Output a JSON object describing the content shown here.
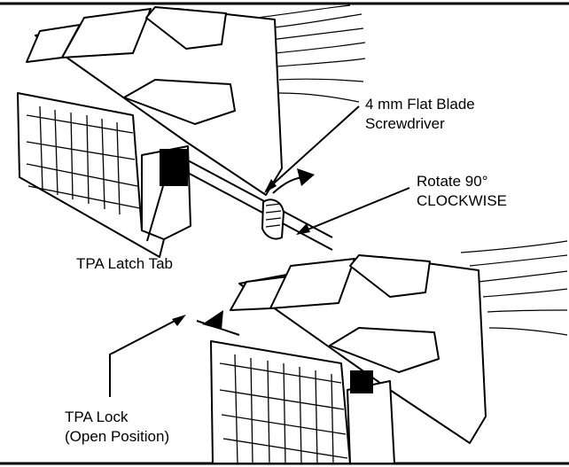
{
  "labels": {
    "screwdriver_line1": "4 mm Flat Blade",
    "screwdriver_line2": "Screwdriver",
    "rotate_line1": "Rotate 90°",
    "rotate_line2": "CLOCKWISE",
    "latch_tab": "TPA Latch Tab",
    "lock_line1": "TPA Lock",
    "lock_line2": "(Open Position)"
  }
}
